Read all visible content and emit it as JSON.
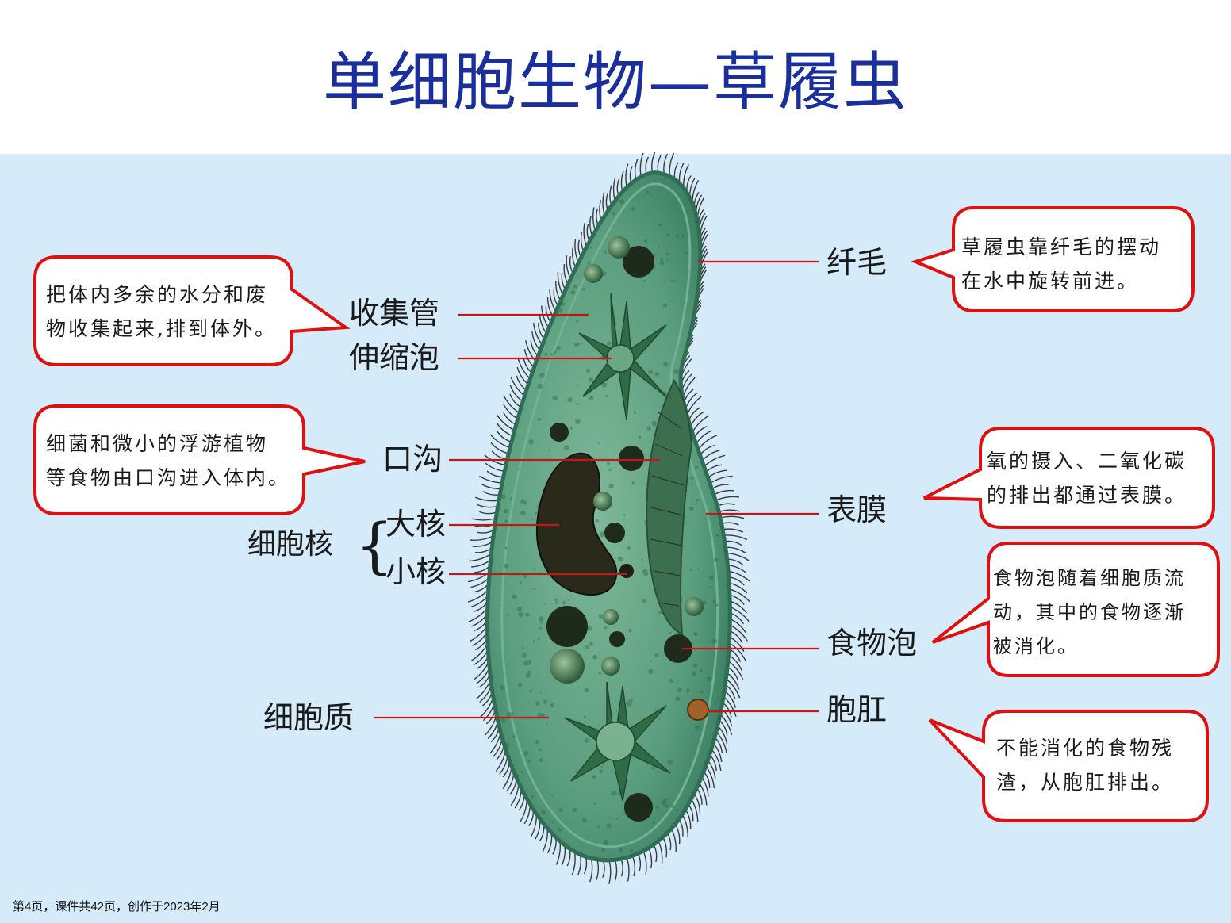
{
  "slide": {
    "title": "单细胞生物—草履虫",
    "footer": "第4页，课件共42页，创作于2023年2月"
  },
  "labels": {
    "cilia": "纤毛",
    "collecting_tubes": "收集管",
    "contractile_vacuole": "伸缩泡",
    "oral_groove": "口沟",
    "nucleus": "细胞核",
    "macronucleus": "大核",
    "micronucleus": "小核",
    "pellicle": "表膜",
    "food_vacuole": "食物泡",
    "anal_pore": "胞肛",
    "cytoplasm": "细胞质"
  },
  "callouts": {
    "cilia": [
      "草履虫靠纤毛的摆动",
      "在水中旋转前进。"
    ],
    "contractile": [
      "把体内多余的水分和废",
      "物收集起来,排到体外。"
    ],
    "oral_groove": [
      "细菌和微小的浮游植物",
      "等食物由口沟进入体内。"
    ],
    "pellicle": [
      "氧的摄入、二氧化碳",
      "的排出都通过表膜。"
    ],
    "food_vacuole": [
      "食物泡随着细胞质流",
      "动，其中的食物逐渐",
      "被消化。"
    ],
    "anal_pore": [
      "不能消化的食物残",
      "渣，从胞肛排出。"
    ]
  },
  "colors": {
    "title": "#1a2f9c",
    "panel": "#d6ebfa",
    "callout_border": "#e01010",
    "leader_line": "#c81414",
    "cell_body": "#4e9a76"
  }
}
